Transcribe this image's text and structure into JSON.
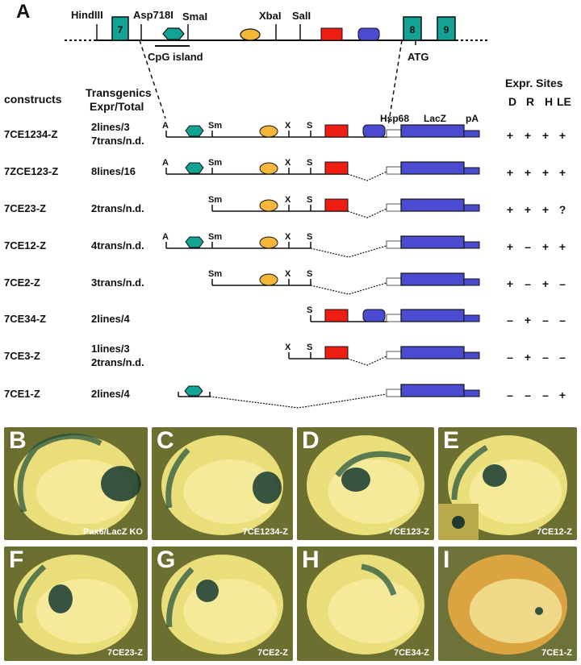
{
  "figure": {
    "panel_label": "A",
    "colors": {
      "exon": "#13a394",
      "cpg": "#13a394",
      "yellow_element": "#f4b73a",
      "red_element": "#f01d12",
      "blue_element": "#4a4bd0",
      "lacz": "#4a4bd0",
      "line": "#111111"
    },
    "genomic_map": {
      "sites": [
        "HindIII",
        "Asp718I",
        "SmaI",
        "XbaI",
        "SalI"
      ],
      "exons": [
        "7",
        "8",
        "9"
      ],
      "cpg_label": "CpG island",
      "atg_label": "ATG"
    },
    "table_headers": {
      "constructs": "constructs",
      "transgenics_line1": "Transgenics",
      "transgenics_line2": "Expr/Total",
      "expr_sites": "Expr. Sites",
      "site_columns": [
        "D",
        "R",
        "H",
        "LE"
      ]
    },
    "reporter_labels": {
      "hsp68": "Hsp68",
      "lacz": "LacZ",
      "pa": "pA"
    },
    "site_abbrev": {
      "A": "A",
      "Sm": "Sm",
      "X": "X",
      "S": "S"
    },
    "constructs": [
      {
        "name": "7CE1234-Z",
        "transgenics": [
          "2lines/3",
          "7trans/n.d."
        ],
        "expr": [
          "+",
          "+",
          "+",
          "+"
        ]
      },
      {
        "name": "7ZCE123-Z",
        "transgenics": [
          "8lines/16"
        ],
        "expr": [
          "+",
          "+",
          "+",
          "+"
        ]
      },
      {
        "name": "7CE23-Z",
        "transgenics": [
          "2trans/n.d."
        ],
        "expr": [
          "+",
          "+",
          "+",
          "?"
        ]
      },
      {
        "name": "7CE12-Z",
        "transgenics": [
          "4trans/n.d."
        ],
        "expr": [
          "+",
          "–",
          "+",
          "+"
        ]
      },
      {
        "name": "7CE2-Z",
        "transgenics": [
          "3trans/n.d."
        ],
        "expr": [
          "+",
          "–",
          "+",
          "–"
        ]
      },
      {
        "name": "7CE34-Z",
        "transgenics": [
          "2lines/4"
        ],
        "expr": [
          "–",
          "+",
          "–",
          "–"
        ]
      },
      {
        "name": "7CE3-Z",
        "transgenics": [
          "1lines/3",
          "2trans/n.d."
        ],
        "expr": [
          "–",
          "+",
          "–",
          "–"
        ]
      },
      {
        "name": "7CE1-Z",
        "transgenics": [
          "2lines/4"
        ],
        "expr": [
          "–",
          "–",
          "–",
          "+"
        ]
      }
    ],
    "photo_panels": [
      {
        "letter": "B",
        "caption": "Pax6/LacZ KO"
      },
      {
        "letter": "C",
        "caption": "7CE1234-Z"
      },
      {
        "letter": "D",
        "caption": "7CE123-Z"
      },
      {
        "letter": "E",
        "caption": "7CE12-Z"
      },
      {
        "letter": "F",
        "caption": "7CE23-Z"
      },
      {
        "letter": "G",
        "caption": "7CE2-Z"
      },
      {
        "letter": "H",
        "caption": "7CE34-Z"
      },
      {
        "letter": "I",
        "caption": "7CE1-Z"
      }
    ]
  }
}
